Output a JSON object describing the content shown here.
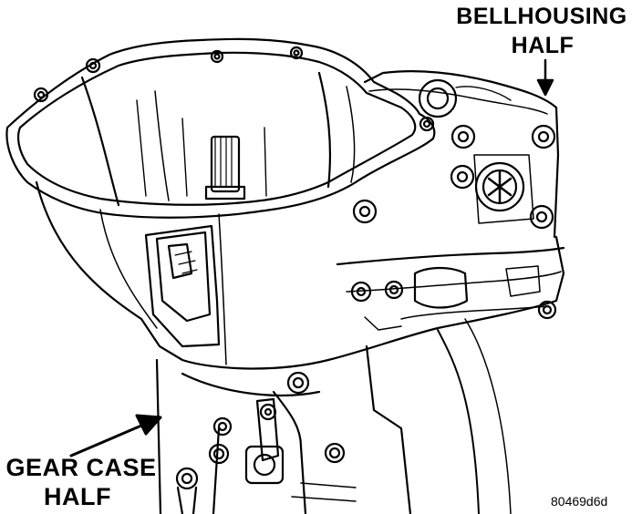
{
  "labels": {
    "bellhousing_line1": "BELLHOUSING",
    "bellhousing_line2": "HALF",
    "gearcase_line1": "GEAR CASE",
    "gearcase_line2": "HALF",
    "figure_id": "80469d6d"
  },
  "colors": {
    "ink": "#000000",
    "paper": "#ffffff"
  }
}
